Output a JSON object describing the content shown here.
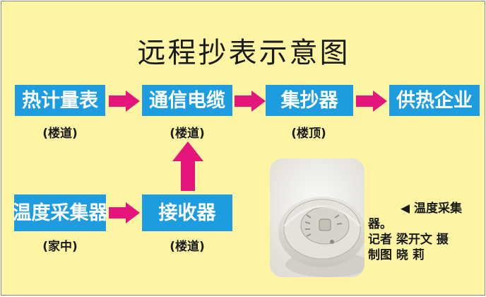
{
  "title": "远程抄表示意图",
  "nodes": {
    "heat_meter": {
      "label": "热计量表",
      "location": "(楼道)"
    },
    "comm_cable": {
      "label": "通信电缆",
      "location": "(楼道)"
    },
    "concentrator": {
      "label": "集抄器",
      "location": "(楼顶)"
    },
    "heating_company": {
      "label": "供热企业"
    },
    "temp_collector": {
      "label": "温度采集器",
      "location": "(家中)"
    },
    "receiver": {
      "label": "接收器",
      "location": "(楼道)"
    }
  },
  "photo": {
    "subject": "temperature-collector-device",
    "caption_line1": "◀ 温度采集",
    "caption_line2": "器。",
    "caption_line3": "记者 梁开文 摄",
    "caption_line4": "制图 晓 莉"
  },
  "colors": {
    "background": "#fdf5a4",
    "box": "#1e9ce0",
    "arrow": "#e4157b",
    "text": "#1a1a1a"
  }
}
